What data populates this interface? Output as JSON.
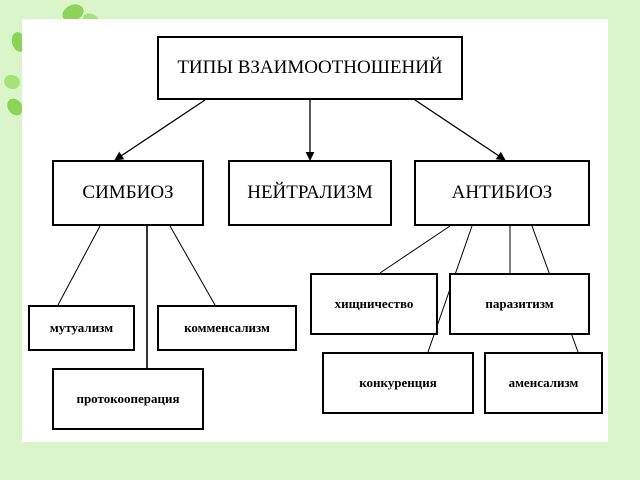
{
  "diagram": {
    "root": {
      "label": "ТИПЫ ВЗАИМООТНОШЕНИЙ"
    },
    "categories": [
      {
        "label": "СИМБИОЗ"
      },
      {
        "label": "НЕЙТРАЛИЗМ"
      },
      {
        "label": "АНТИБИОЗ"
      }
    ],
    "symbiosis_types": [
      {
        "label": "мутуализм"
      },
      {
        "label": "комменсализм"
      },
      {
        "label": "протокооперация"
      }
    ],
    "antibiosis_types": [
      {
        "label": "хищничество"
      },
      {
        "label": "паразитизм"
      },
      {
        "label": "конкуренция"
      },
      {
        "label": "аменсализм"
      }
    ]
  },
  "colors": {
    "background": "#d9f5c9",
    "canvas": "#ffffff",
    "stroke": "#000000",
    "leaf": "#8bd458"
  }
}
